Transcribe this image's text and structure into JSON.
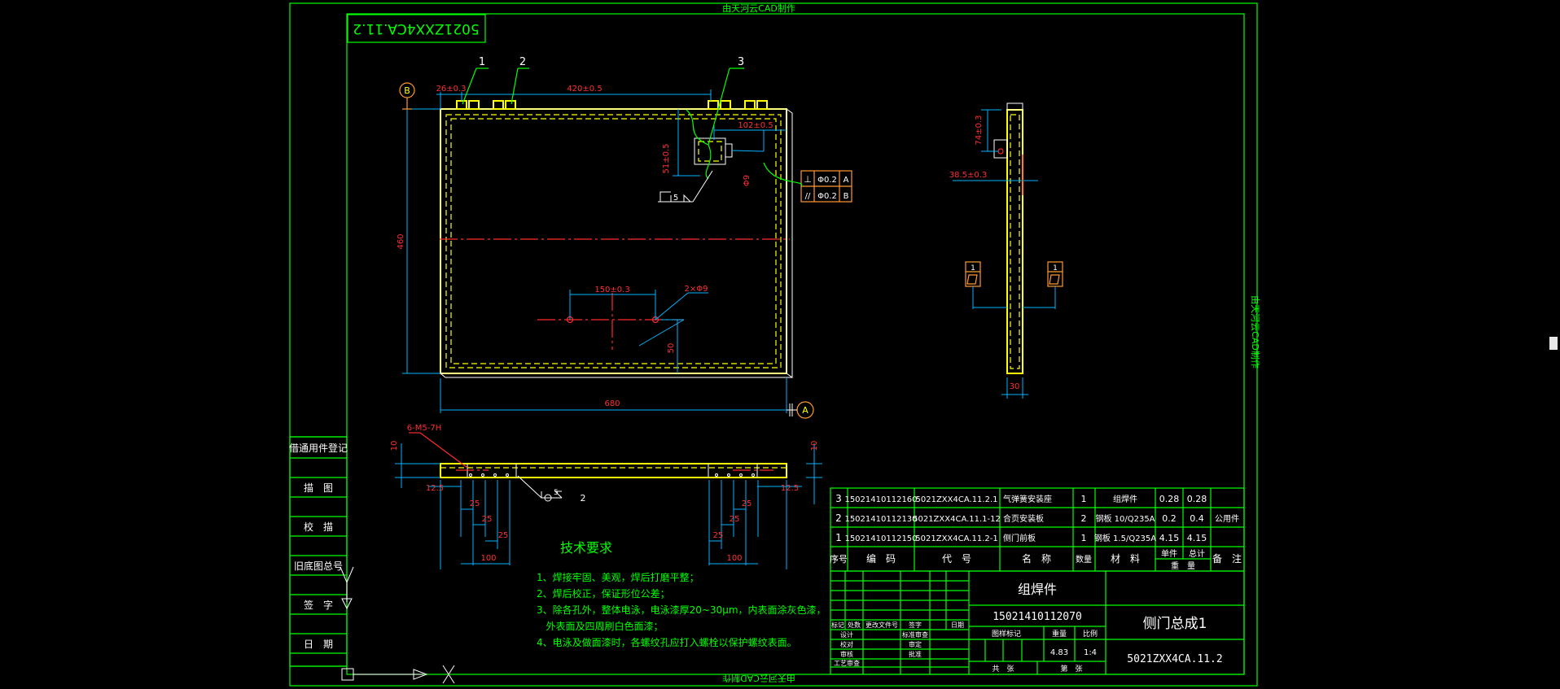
{
  "watermark": "由天河云CAD制作",
  "drawing_code_mirrored": "5021ZXX4CA.11.2",
  "dims": {
    "d26": "26±0.3",
    "d420": "420±0.5",
    "d102": "102±0.5",
    "d51": "51±0.5",
    "d680": "680",
    "d460": "460",
    "d150": "150±0.3",
    "d2x9": "2×Φ9",
    "d50": "50",
    "d9": "Φ9",
    "d74": "74±0.3",
    "d385": "38.5±0.3",
    "d30": "30",
    "d10a": "10",
    "d10b": "10",
    "d125a": "12.5",
    "d125b": "12.5",
    "d25": "25",
    "d100": "100",
    "thread": "6-M5-7H"
  },
  "datums": {
    "b": "B",
    "a": "A"
  },
  "leaders": [
    "1",
    "2",
    "3"
  ],
  "weld_numbers": {
    "a": "5",
    "b": "5",
    "c": "2"
  },
  "tolerance": {
    "sym1": "⊥",
    "val1": "Φ0.2",
    "ref1": "A",
    "sym2": "//",
    "val2": "Φ0.2",
    "ref2": "B"
  },
  "section_marker": "1",
  "tech_req": {
    "title": "技术要求",
    "lines": [
      "1、焊接牢固、美观，焊后打磨平整；",
      "2、焊后校正，保证形位公差；",
      "3、除各孔外，整体电泳，电泳漆厚20~30μm，内表面涂灰色漆，",
      "   外表面及四周刷白色面漆；",
      "4、电泳及做面漆时，各螺纹孔应打入螺栓以保护螺纹表面。"
    ]
  },
  "left_column": [
    "借通用件登记",
    "描　图",
    "校　描",
    "旧底图总号",
    "签　字",
    "日　期"
  ],
  "bom": {
    "rows": [
      {
        "no": "3",
        "code": "15021410112160",
        "drawing": "5021ZXX4CA.11.2.1",
        "name": "气弹簧安装座",
        "qty": "1",
        "material": "组焊件",
        "unit": "0.28",
        "total": "0.28",
        "note": ""
      },
      {
        "no": "2",
        "code": "15021410112130",
        "drawing": "5021ZXX4CA.11.1-12",
        "name": "合页安装板",
        "qty": "2",
        "material": "钢板 10/Q235A",
        "unit": "0.2",
        "total": "0.4",
        "note": "公用件"
      },
      {
        "no": "1",
        "code": "15021410112150",
        "drawing": "5021ZXX4CA.11.2-1",
        "name": "侧门前板",
        "qty": "1",
        "material": "钢板 1.5/Q235A",
        "unit": "4.15",
        "total": "4.15",
        "note": ""
      }
    ],
    "header": {
      "no": "序号",
      "code": "编　码",
      "drawing": "代　号",
      "name": "名　称",
      "qty": "数量",
      "material": "材　料",
      "unit": "单件",
      "total": "总计",
      "weight": "重　量",
      "note": "备　注"
    }
  },
  "title_block": {
    "part_type": "组焊件",
    "part_code": "15021410112070",
    "part_name": "侧门总成1",
    "drawing_no": "5021ZXX4CA.11.2",
    "weight": "4.83",
    "scale": "1:4",
    "labels": {
      "rev": "标记",
      "count": "处数",
      "doc": "更改文件号",
      "sign": "签字",
      "date": "日期",
      "design": "设计",
      "check": "校对",
      "review": "审核",
      "process": "工艺审查",
      "std": "标准审查",
      "verify": "审定",
      "approve": "批准",
      "stage": "图样标记",
      "weight_label": "重量",
      "scale_label": "比例",
      "sheets": "共　张",
      "sheet": "第　张"
    }
  }
}
